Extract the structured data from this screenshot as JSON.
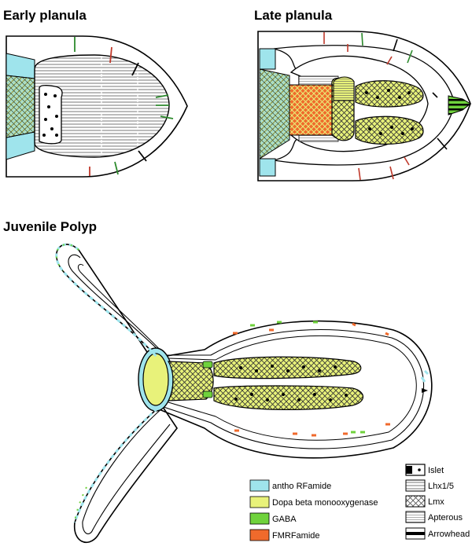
{
  "panels": {
    "early": "Early planula",
    "late": "Late planula",
    "juvenile": "Juvenile Polyp"
  },
  "colors": {
    "antho": "#9fe4ec",
    "dopa": "#e8f27a",
    "gaba": "#6fd23c",
    "fmrf": "#f06a2c"
  },
  "legend": {
    "colors": [
      {
        "label": "antho RFamide",
        "color": "#9fe4ec"
      },
      {
        "label": "Dopa beta monooxygenase",
        "color": "#e8f27a"
      },
      {
        "label": "GABA",
        "color": "#6fd23c"
      },
      {
        "label": "FMRFamide",
        "color": "#f06a2c"
      }
    ],
    "patterns": [
      {
        "label": "Islet",
        "pattern": "islet"
      },
      {
        "label": "Lhx1/5",
        "pattern": "lhx"
      },
      {
        "label": "Lmx",
        "pattern": "lmx"
      },
      {
        "label": "Apterous",
        "pattern": "apterous"
      },
      {
        "label": "Arrowhead",
        "pattern": "arrowhead"
      }
    ]
  }
}
